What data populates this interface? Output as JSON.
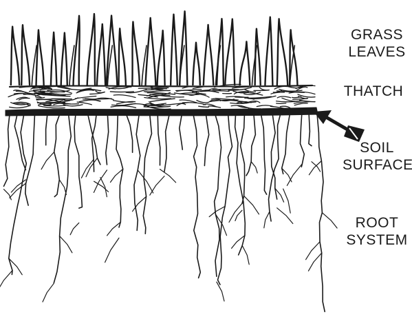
{
  "labels": {
    "grass_leaves": [
      "GRASS",
      "LEAVES"
    ],
    "thatch": [
      "THATCH"
    ],
    "soil_surface": [
      "SOIL",
      "SURFACE"
    ],
    "root_system": [
      "ROOT",
      "SYSTEM"
    ]
  },
  "colors": {
    "ink": "#1a1a1a",
    "background": "#ffffff"
  }
}
